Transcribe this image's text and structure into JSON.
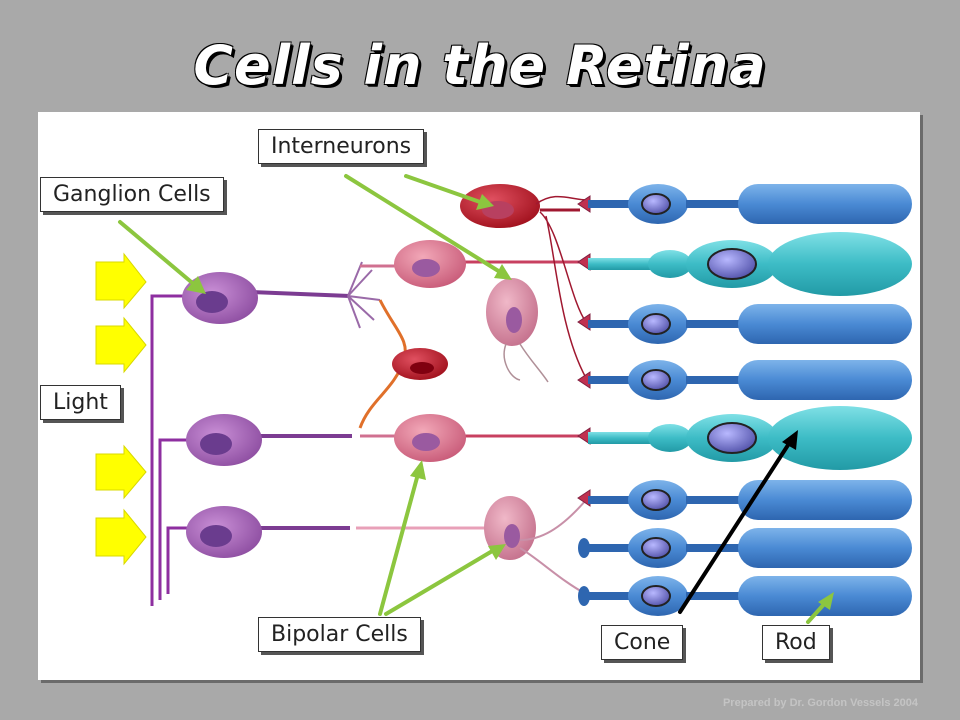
{
  "title": "Cells in the Retina",
  "labels": {
    "interneurons": "Interneurons",
    "ganglion": "Ganglion Cells",
    "light": "Light",
    "bipolar": "Bipolar Cells",
    "cone": "Cone",
    "rod": "Rod"
  },
  "footer": "Prepared by Dr. Gordon Vessels 2004",
  "colors": {
    "background": "#a9a9a9",
    "arrow_green": "#8cc63f",
    "light_arrow": "#ffff00",
    "rod": "#4f8fd6",
    "cone": "#3fbfc8",
    "ganglion": "#9b5fb0",
    "bipolar": "#d9708a"
  }
}
